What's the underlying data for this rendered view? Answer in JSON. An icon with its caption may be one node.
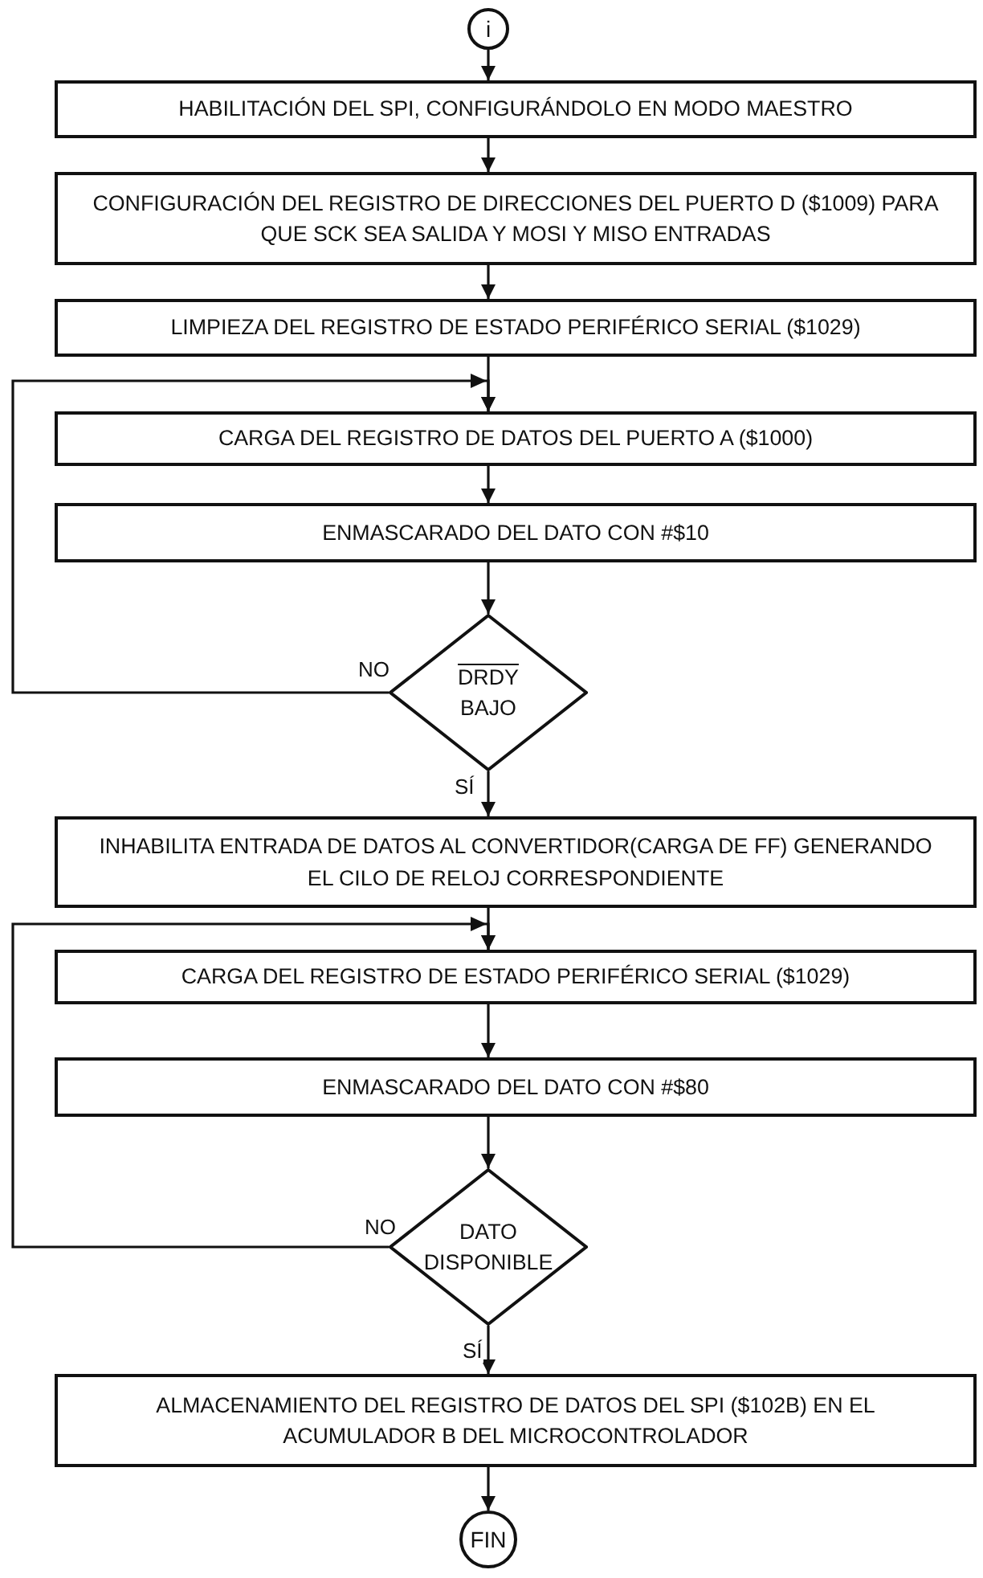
{
  "diagram": {
    "nodes": [
      {
        "text": [
          "i"
        ]
      },
      {
        "text": [
          "HABILITACIÓN DEL SPI,  CONFIGURÁNDOLO EN MODO MAESTRO"
        ]
      },
      {
        "text": [
          "CONFIGURACIÓN DEL REGISTRO DE DIRECCIONES DEL PUERTO D ($1009) PARA QUE SCK SEA SALIDA Y MOSI Y MISO ENTRADAS"
        ]
      },
      {
        "text": [
          "LIMPIEZA DEL REGISTRO DE ESTADO PERIFÉRICO SERIAL ($1029)"
        ]
      },
      {
        "text": [
          "CARGA DEL REGISTRO DE DATOS DEL PUERTO A ($1000)"
        ]
      },
      {
        "text": [
          "ENMASCARADO DEL DATO CON #$10"
        ]
      },
      {
        "text": [
          "DRDY",
          "BAJO"
        ]
      },
      {
        "text": [
          "INHABILITA ENTRADA DE DATOS AL CONVERTIDOR(CARGA DE FF) GENERANDO EL CILO DE RELOJ CORRESPONDIENTE"
        ]
      },
      {
        "text": [
          "CARGA DEL REGISTRO DE ESTADO PERIFÉRICO SERIAL  ($1029)"
        ]
      },
      {
        "text": [
          "ENMASCARADO DEL DATO CON #$80"
        ]
      },
      {
        "text": [
          "DATO DISPONIBLE"
        ]
      },
      {
        "text": [
          "ALMACENAMIENTO DEL REGISTRO DE DATOS DEL SPI ($102B) EN EL ACUMULADOR B DEL MICROCONTROLADOR"
        ]
      },
      {
        "text": [
          "FIN"
        ]
      }
    ],
    "edges": [
      {
        "from": 0,
        "to": 1,
        "arrow": "to"
      },
      {
        "from": 1,
        "to": 2,
        "arrow": "to"
      },
      {
        "from": 2,
        "to": 3,
        "arrow": "to"
      },
      {
        "from": 3,
        "to": 4,
        "arrow": "to"
      },
      {
        "from": 4,
        "to": 5,
        "arrow": "to"
      },
      {
        "from": 5,
        "to": 6,
        "arrow": "to"
      },
      {
        "from": 6,
        "to": 4,
        "label": "NO",
        "arrow": "to"
      },
      {
        "from": 6,
        "to": 7,
        "label": "SÍ",
        "arrow": "to"
      },
      {
        "from": 7,
        "to": 8,
        "arrow": "to"
      },
      {
        "from": 8,
        "to": 9,
        "arrow": "to"
      },
      {
        "from": 9,
        "to": 10,
        "arrow": "to"
      },
      {
        "from": 10,
        "to": 8,
        "label": "NO",
        "arrow": "to"
      },
      {
        "from": 10,
        "to": 11,
        "label": "SÍ",
        "arrow": "to"
      },
      {
        "from": 11,
        "to": 12,
        "arrow": "to"
      }
    ]
  }
}
